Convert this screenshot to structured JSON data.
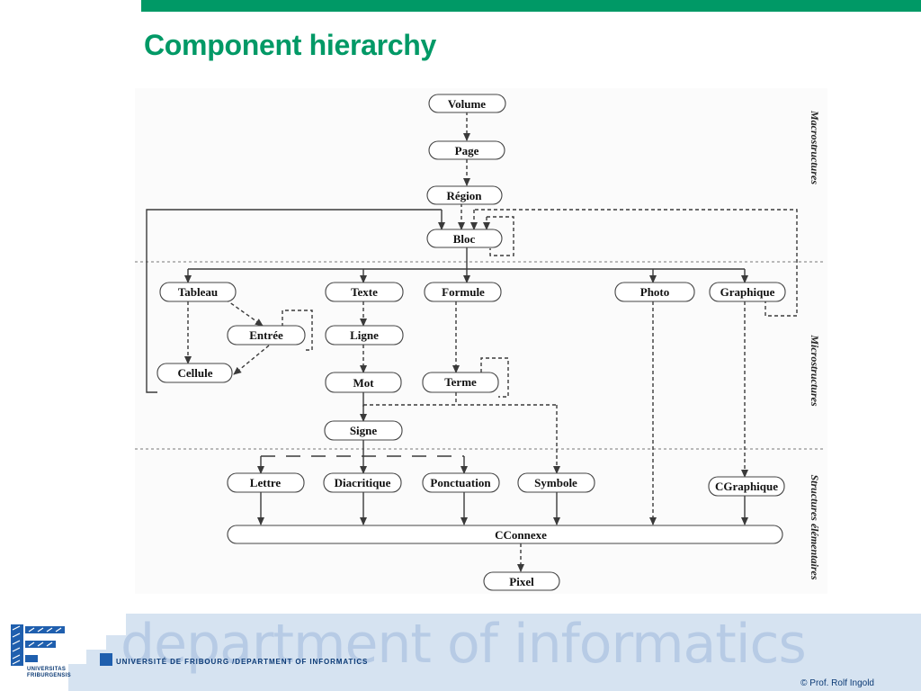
{
  "slide": {
    "title": "Component hierarchy",
    "accent_color": "#009966",
    "copyright": "© Prof. Rolf Ingold"
  },
  "footer": {
    "department": "department of informatics",
    "university_line": "UNIVERSITÉ DE FRIBOURG /DEPARTMENT OF INFORMATICS",
    "logo_line1": "UNIVERSITAS",
    "logo_line2": "FRIBURGENSIS",
    "logo_icon": "university-logo-icon"
  },
  "diagram": {
    "sections": {
      "macro": "Macrostructures",
      "micro": "Microstructures",
      "elem": "Structures élémentaires"
    },
    "nodes": {
      "volume": "Volume",
      "page": "Page",
      "region": "Région",
      "bloc": "Bloc",
      "tableau": "Tableau",
      "texte": "Texte",
      "formule": "Formule",
      "photo": "Photo",
      "graphique": "Graphique",
      "entree": "Entrée",
      "ligne": "Ligne",
      "cellule": "Cellule",
      "mot": "Mot",
      "terme": "Terme",
      "signe": "Signe",
      "lettre": "Lettre",
      "diacritique": "Diacritique",
      "ponctuation": "Ponctuation",
      "symbole": "Symbole",
      "cgraphique": "CGraphique",
      "cconnexe": "CConnexe",
      "pixel": "Pixel"
    }
  }
}
